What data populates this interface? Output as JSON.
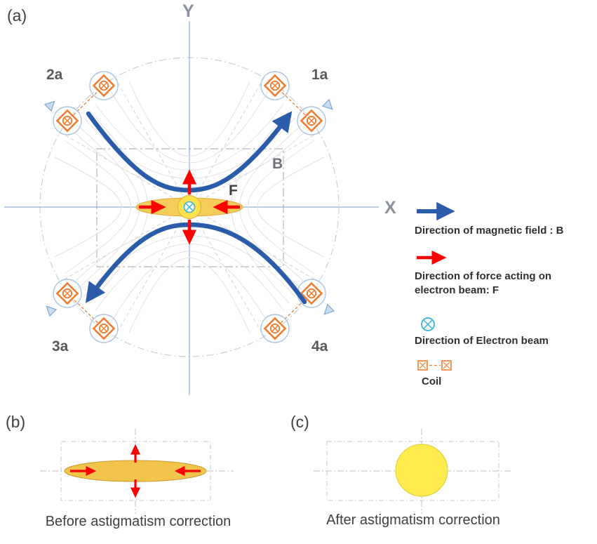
{
  "figure": {
    "panel_a_label": "(a)",
    "panel_b_label": "(b)",
    "panel_c_label": "(c)"
  },
  "panel_a": {
    "y_axis_label": "Y",
    "x_axis_label": "X",
    "b_label": "B",
    "f_label": "F",
    "coil_top_left": "2a",
    "coil_top_right": "1a",
    "coil_bottom_left": "3a",
    "coil_bottom_right": "4a"
  },
  "legend": {
    "magnetic_field_label": "Direction of magnetic field :  B",
    "force_label_line1": "Direction of  force acting on",
    "force_label_line2": "electron beam:  F",
    "electron_beam_label": "Direction of Electron beam",
    "coil_label": "Coil"
  },
  "panel_b": {
    "caption": "Before astigmatism correction"
  },
  "panel_c": {
    "caption": "After astigmatism correction"
  },
  "colors": {
    "magnetic_field_blue": "#2A5CAA",
    "force_red": "#FF0000",
    "coil_orange": "#ED7D31",
    "beam_spot_yellow": "#FFE14E",
    "electron_beam_cyan": "#35B4DC",
    "axis_blue": "#7C9CC6",
    "label_gray": "#595959"
  }
}
